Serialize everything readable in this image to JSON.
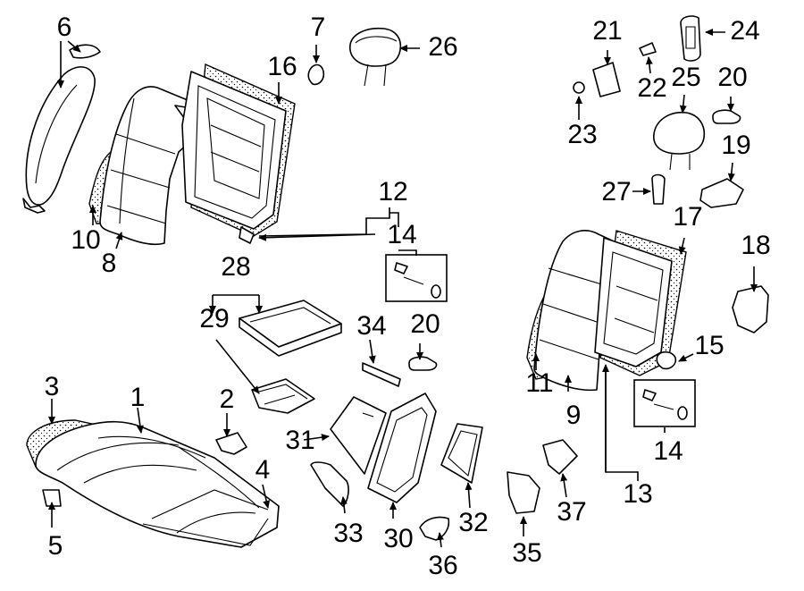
{
  "callouts": {
    "c1": "1",
    "c2": "2",
    "c3": "3",
    "c4": "4",
    "c5": "5",
    "c6": "6",
    "c7": "7",
    "c8": "8",
    "c9": "9",
    "c10": "10",
    "c11": "11",
    "c12": "12",
    "c13": "13",
    "c14a": "14",
    "c14b": "14",
    "c15": "15",
    "c16": "16",
    "c17": "17",
    "c18": "18",
    "c19": "19",
    "c20a": "20",
    "c20b": "20",
    "c21": "21",
    "c22": "22",
    "c23": "23",
    "c24": "24",
    "c25": "25",
    "c26": "26",
    "c27": "27",
    "c28": "28",
    "c29": "29",
    "c30": "30",
    "c31": "31",
    "c32": "32",
    "c33": "33",
    "c34": "34",
    "c35": "35",
    "c36": "36",
    "c37": "37"
  }
}
